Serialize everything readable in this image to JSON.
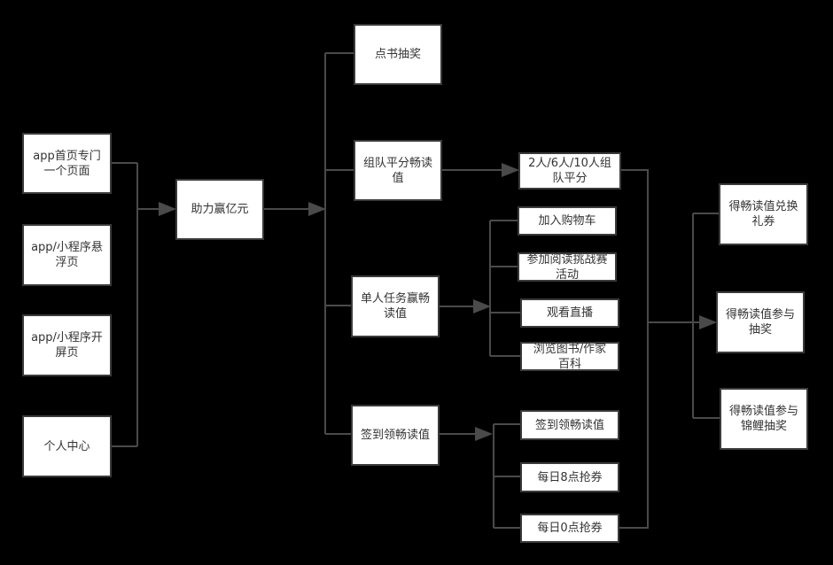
{
  "sources": [
    "app首页专门一个页面",
    "app/小程序悬浮页",
    "app/小程序开屏页",
    "个人中心"
  ],
  "hub": "助力赢亿元",
  "branches": {
    "lottery": "点书抽奖",
    "team": "组队平分畅读值",
    "solo": "单人任务赢畅读值",
    "checkin": "签到领畅读值"
  },
  "team_items": [
    "2人/6人/10人组队平分"
  ],
  "solo_items": [
    "加入购物车",
    "参加阅读挑战赛活动",
    "观看直播",
    "浏览图书/作家百科"
  ],
  "checkin_items": [
    "签到领畅读值",
    "每日8点抢券",
    "每日0点抢券"
  ],
  "outcomes": [
    "得畅读值兑换礼券",
    "得畅读值参与抽奖",
    "得畅读值参与锦鲤抽奖"
  ],
  "colors": {
    "background": "#000000",
    "box": "#ffffff",
    "line": "#4a4a4a"
  }
}
